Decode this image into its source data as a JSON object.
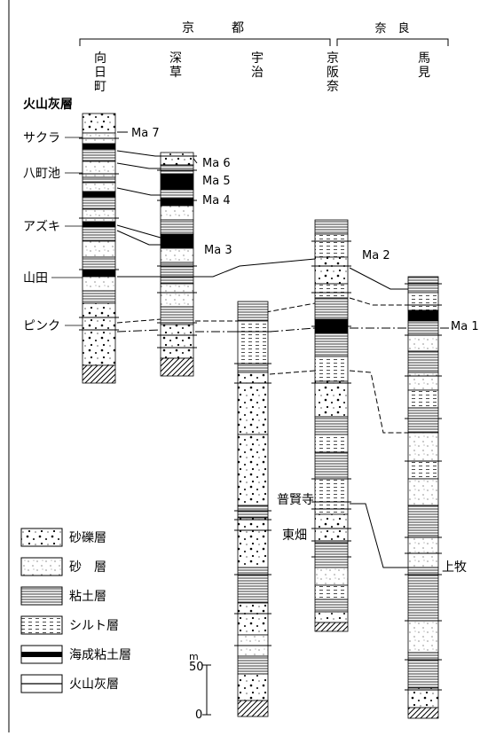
{
  "header": {
    "region_kyoto": "京　　　都",
    "region_nara": "奈　良",
    "sites": [
      "向日町",
      "深草",
      "宇治",
      "京阪奈",
      "馬見"
    ]
  },
  "ash_header": "火山灰層",
  "ash_layers": [
    "サクラ",
    "八町池",
    "アズキ",
    "山田",
    "ピンク"
  ],
  "marine_labels": [
    "Ma 7",
    "Ma 6",
    "Ma 5",
    "Ma 4",
    "Ma 3",
    "Ma 2",
    "Ma 1"
  ],
  "other_labels": {
    "fugenji": "普賢寺",
    "higashihata": "東畑",
    "kamimaki": "上牧"
  },
  "legend": [
    {
      "pattern": "gravel",
      "label": "砂礫層"
    },
    {
      "pattern": "sand",
      "label": "砂　層"
    },
    {
      "pattern": "clay",
      "label": "粘土層"
    },
    {
      "pattern": "silt",
      "label": "シルト層"
    },
    {
      "pattern": "marine",
      "label": "海成粘土層"
    },
    {
      "pattern": "ash",
      "label": "火山灰層"
    }
  ],
  "scale": {
    "unit": "m",
    "top": "50",
    "bottom": "0"
  }
}
